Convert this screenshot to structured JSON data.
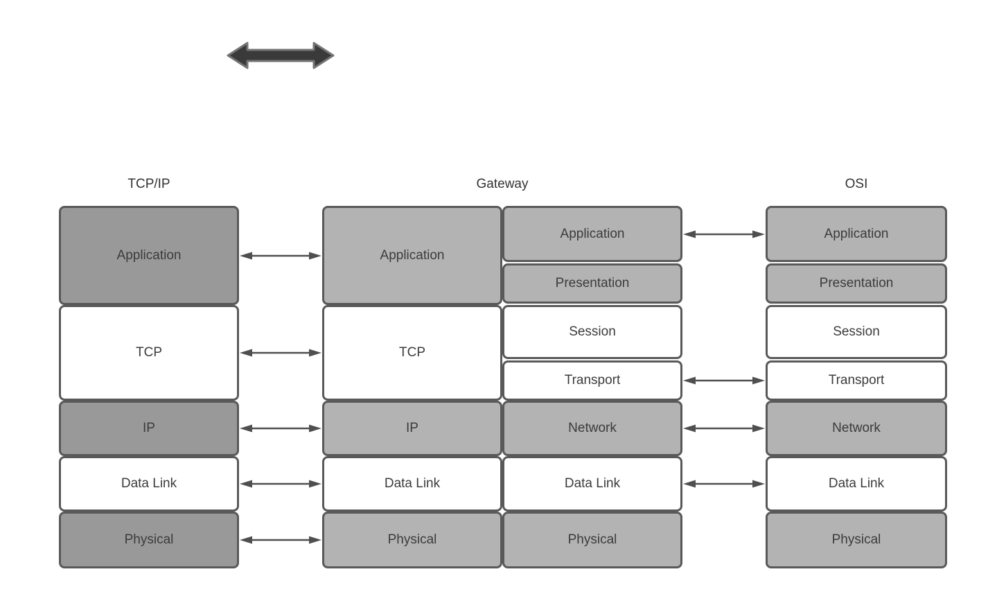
{
  "columns": {
    "tcpip": {
      "title": "TCP/IP",
      "layers": [
        {
          "label": "Application"
        },
        {
          "label": "TCP"
        },
        {
          "label": "IP"
        },
        {
          "label": "Data Link"
        },
        {
          "label": "Physical"
        }
      ]
    },
    "gateway": {
      "title": "Gateway",
      "left_stack": [
        {
          "label": "Application"
        },
        {
          "label": "TCP"
        },
        {
          "label": "IP"
        },
        {
          "label": "Data Link"
        },
        {
          "label": "Physical"
        }
      ],
      "right_stack": [
        {
          "label": "Application"
        },
        {
          "label": "Presentation"
        },
        {
          "label": "Session"
        },
        {
          "label": "Transport"
        },
        {
          "label": "Network"
        },
        {
          "label": "Data Link"
        },
        {
          "label": "Physical"
        }
      ]
    },
    "osi": {
      "title": "OSI",
      "layers": [
        {
          "label": "Application"
        },
        {
          "label": "Presentation"
        },
        {
          "label": "Session"
        },
        {
          "label": "Transport"
        },
        {
          "label": "Network"
        },
        {
          "label": "Data Link"
        },
        {
          "label": "Physical"
        }
      ]
    }
  },
  "connections": {
    "tcpip_to_gateway": [
      "Application",
      "TCP",
      "IP",
      "Data Link",
      "Physical"
    ],
    "gateway_to_osi": [
      "Application",
      "Transport",
      "Network",
      "Data Link"
    ]
  },
  "icons": {
    "thick_double_arrow": "double-headed-arrow",
    "layer_link_arrow": "bidirectional-arrow"
  },
  "colors": {
    "box_dark": "#999999",
    "box_light": "#b3b3b3",
    "box_white": "#ffffff",
    "box_border": "#595959",
    "arrow": "#4f4f4f",
    "thick_arrow_fill": "#3a3a3a",
    "thick_arrow_stroke": "#757575",
    "text": "#3b3b3b",
    "background": "#ffffff"
  }
}
